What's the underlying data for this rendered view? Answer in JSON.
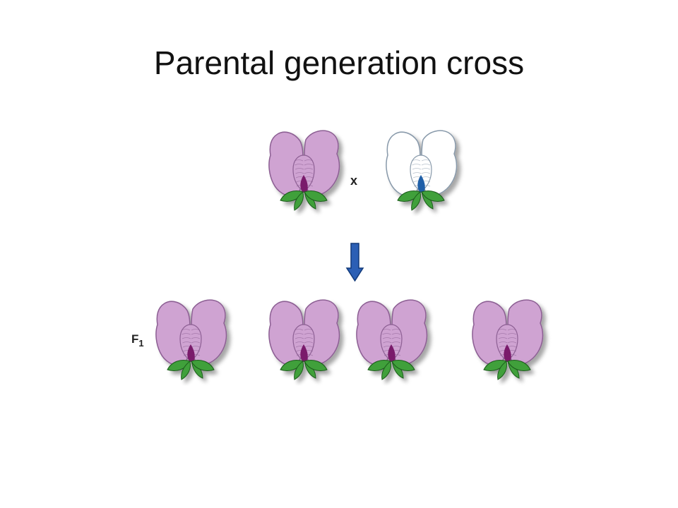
{
  "slide": {
    "title": "Parental generation cross"
  },
  "diagram": {
    "cross_symbol": "x",
    "offspring_label": "F",
    "offspring_label_sub": "1",
    "parents": [
      {
        "name": "purple-parent",
        "petal": "#cfa3d2",
        "petal_stroke": "#8c5f93",
        "center": "#7a1a6b",
        "leaf": "#3fa03a"
      },
      {
        "name": "white-parent",
        "petal": "#ffffff",
        "petal_stroke": "#8899aa",
        "center": "#1f5fa8",
        "leaf": "#3fa03a"
      }
    ],
    "offspring_count": 4,
    "offspring_color": {
      "petal": "#cfa3d2",
      "petal_stroke": "#8c5f93",
      "center": "#7a1a6b",
      "leaf": "#3fa03a"
    },
    "arrow_color": "#2b5fb5"
  }
}
